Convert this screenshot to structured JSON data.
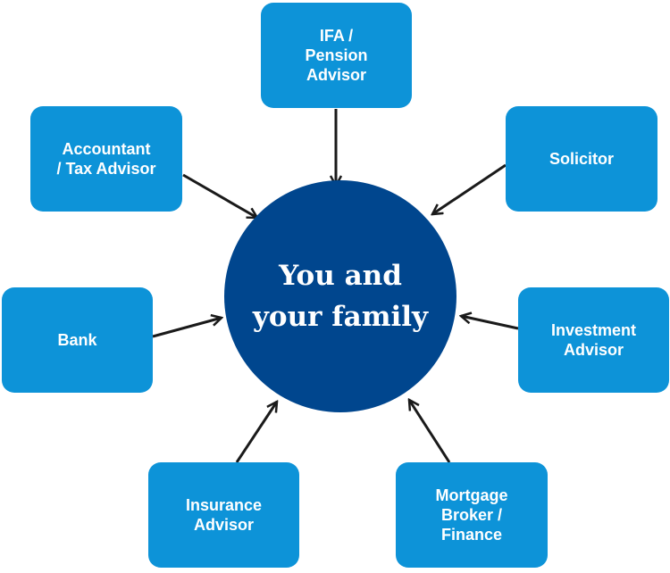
{
  "center": {
    "label": "You and\nyour family",
    "color": "#00468e"
  },
  "box_color": "#0d93d8",
  "arrow_color": "#1a1a1a",
  "advisors": [
    {
      "id": "ifa",
      "label": "IFA /\nPension\nAdvisor"
    },
    {
      "id": "accountant",
      "label": "Accountant\n/ Tax Advisor"
    },
    {
      "id": "solicitor",
      "label": "Solicitor"
    },
    {
      "id": "bank",
      "label": "Bank"
    },
    {
      "id": "investment",
      "label": "Investment\nAdvisor"
    },
    {
      "id": "insurance",
      "label": "Insurance\nAdvisor"
    },
    {
      "id": "mortgage",
      "label": "Mortgage\nBroker /\nFinance"
    }
  ]
}
